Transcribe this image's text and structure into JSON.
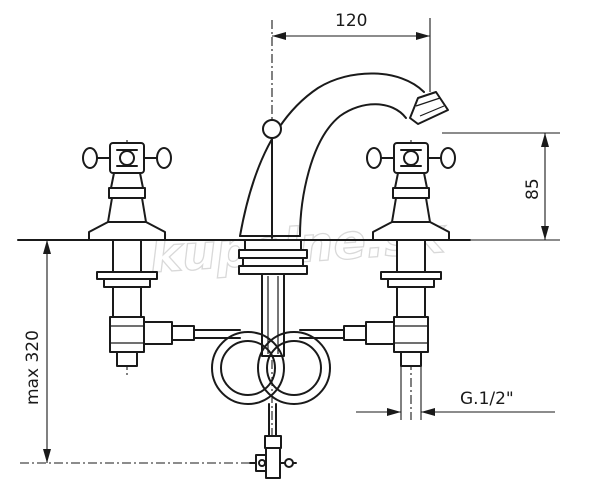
{
  "dimensions": {
    "spout_reach": "120",
    "spout_height": "85",
    "depth_max": "max 320",
    "thread": "G.1/2\""
  },
  "watermark": "kupelne.sk",
  "colors": {
    "line": "#1a1a1a",
    "background": "#ffffff",
    "watermark": "#d9d9d9"
  }
}
